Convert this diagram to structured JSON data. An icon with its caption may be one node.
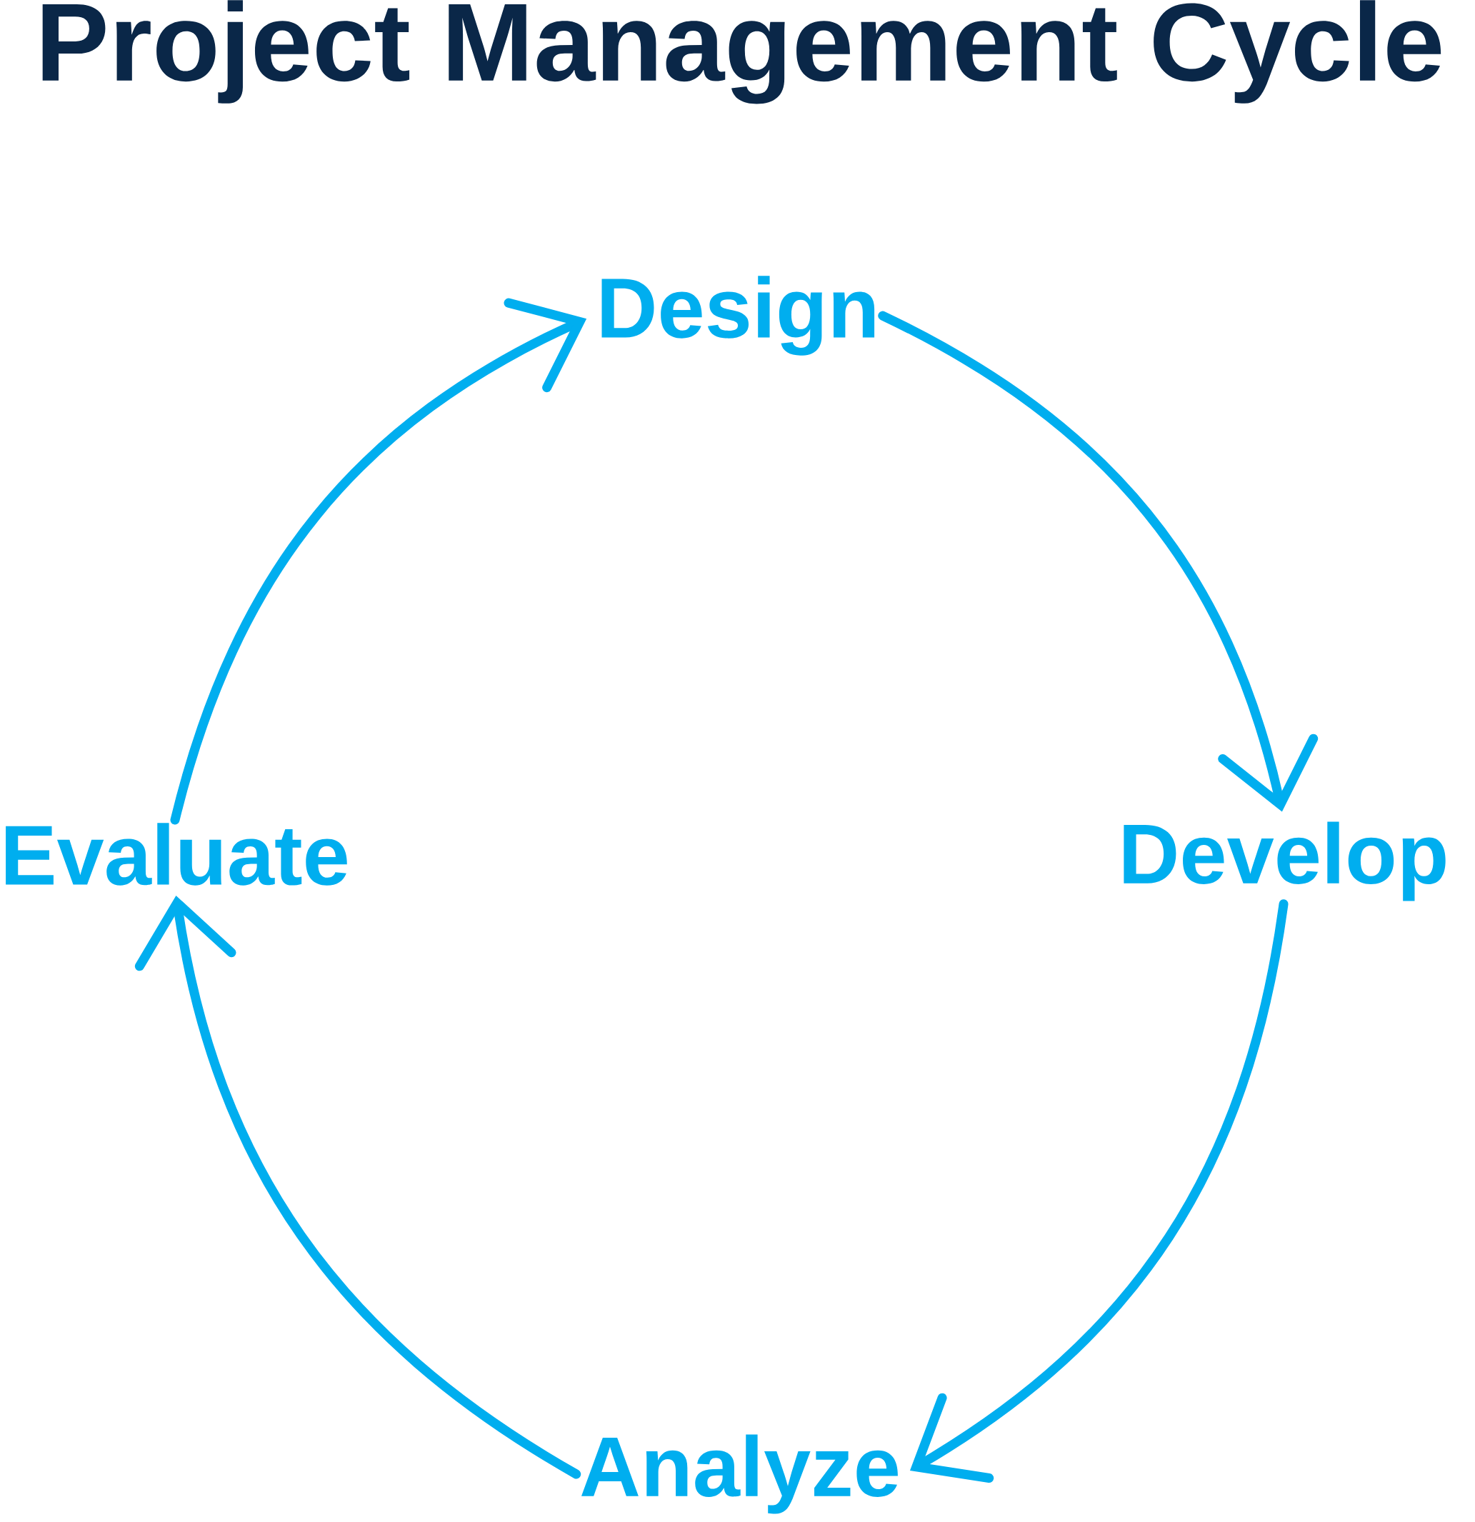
{
  "diagram": {
    "title": "Project Management Cycle",
    "nodes": [
      {
        "text": [
          "Design"
        ]
      },
      {
        "text": [
          "Develop"
        ]
      },
      {
        "text": [
          "Analyze"
        ]
      },
      {
        "text": [
          "Evaluate"
        ]
      }
    ],
    "edges": [
      {
        "from": 3,
        "to": 0,
        "arrow": "to"
      },
      {
        "from": 0,
        "to": 1,
        "arrow": "to"
      },
      {
        "from": 1,
        "to": 2,
        "arrow": "to"
      },
      {
        "from": 2,
        "to": 3,
        "arrow": "to"
      }
    ]
  }
}
